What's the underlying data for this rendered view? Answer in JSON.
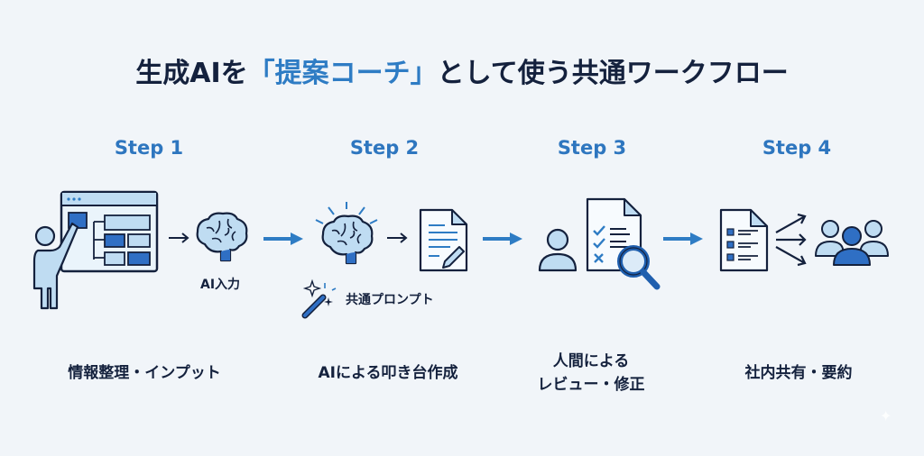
{
  "title": {
    "prefix": "生成AIを",
    "highlight": "「提案コーチ」",
    "suffix": "として使う共通ワークフロー"
  },
  "colors": {
    "accent": "#2e7cc4",
    "dark": "#14213d",
    "light_fill": "#bfdcf2",
    "mid_fill": "#2f6fc4",
    "background": "#f1f5f9"
  },
  "steps": [
    {
      "step": "Step 1",
      "label": "情報整理・インプット",
      "sub_label": "AI入力",
      "icons": [
        "presenter-icon",
        "dashboard-window-icon",
        "arrow-right-icon",
        "brain-icon"
      ]
    },
    {
      "step": "Step 2",
      "label": "AIによる叩き台作成",
      "sub_label": "共通プロンプト",
      "icons": [
        "magic-wand-icon",
        "glowing-brain-icon",
        "arrow-right-icon",
        "document-edit-icon"
      ]
    },
    {
      "step": "Step 3",
      "label_line1": "人間による",
      "label_line2": "レビュー・修正",
      "icons": [
        "person-icon",
        "checklist-document-icon",
        "magnifier-icon"
      ]
    },
    {
      "step": "Step 4",
      "label": "社内共有・要約",
      "icons": [
        "list-document-icon",
        "share-arrows-icon",
        "team-icon"
      ]
    }
  ]
}
